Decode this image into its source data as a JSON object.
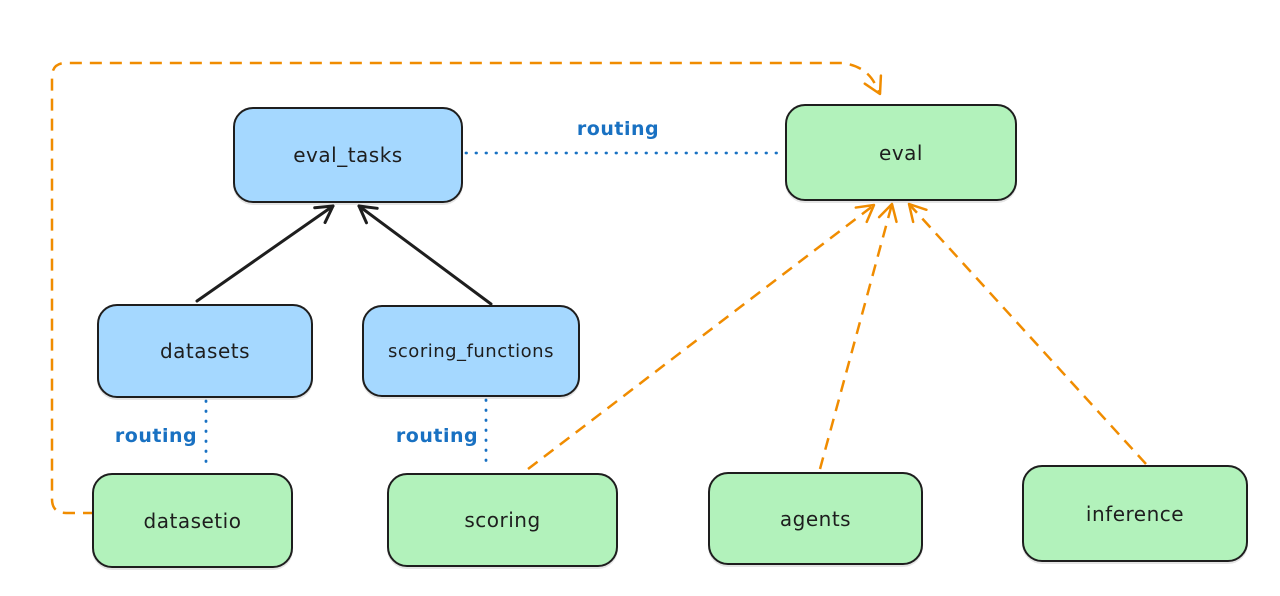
{
  "diagram": {
    "background": "#ffffff",
    "colors": {
      "node_stroke": "#1e1e1e",
      "blue_fill": "#a5d8ff",
      "green_fill": "#b2f2bb",
      "routing_blue": "#1971c2",
      "orange_dashed": "#f08c00",
      "solid_arrow": "#1e1e1e"
    },
    "nodes": {
      "eval_tasks": {
        "label": "eval_tasks",
        "fill": "#a5d8ff"
      },
      "eval": {
        "label": "eval",
        "fill": "#b2f2bb"
      },
      "datasets": {
        "label": "datasets",
        "fill": "#a5d8ff"
      },
      "scoring_functions": {
        "label": "scoring_functions",
        "fill": "#a5d8ff"
      },
      "datasetio": {
        "label": "datasetio",
        "fill": "#b2f2bb"
      },
      "scoring": {
        "label": "scoring",
        "fill": "#b2f2bb"
      },
      "agents": {
        "label": "agents",
        "fill": "#b2f2bb"
      },
      "inference": {
        "label": "inference",
        "fill": "#b2f2bb"
      }
    },
    "edge_labels": {
      "eval_tasks_to_eval": "routing",
      "datasets_to_datasetio": "routing",
      "scoring_functions_to_scoring": "routing"
    },
    "edges": [
      {
        "from": "datasets",
        "to": "eval_tasks",
        "style": "solid",
        "arrow": true,
        "color": "#1e1e1e"
      },
      {
        "from": "scoring_functions",
        "to": "eval_tasks",
        "style": "solid",
        "arrow": true,
        "color": "#1e1e1e"
      },
      {
        "from": "eval_tasks",
        "to": "eval",
        "style": "dotted",
        "arrow": false,
        "color": "#1971c2",
        "label": "routing"
      },
      {
        "from": "datasets",
        "to": "datasetio",
        "style": "dotted",
        "arrow": false,
        "color": "#1971c2",
        "label": "routing"
      },
      {
        "from": "scoring_functions",
        "to": "scoring",
        "style": "dotted",
        "arrow": false,
        "color": "#1971c2",
        "label": "routing"
      },
      {
        "from": "datasetio",
        "to": "eval",
        "style": "dashed",
        "arrow": true,
        "color": "#f08c00",
        "route": "around-left-and-top"
      },
      {
        "from": "scoring",
        "to": "eval",
        "style": "dashed",
        "arrow": true,
        "color": "#f08c00"
      },
      {
        "from": "agents",
        "to": "eval",
        "style": "dashed",
        "arrow": true,
        "color": "#f08c00"
      },
      {
        "from": "inference",
        "to": "eval",
        "style": "dashed",
        "arrow": true,
        "color": "#f08c00"
      }
    ]
  }
}
